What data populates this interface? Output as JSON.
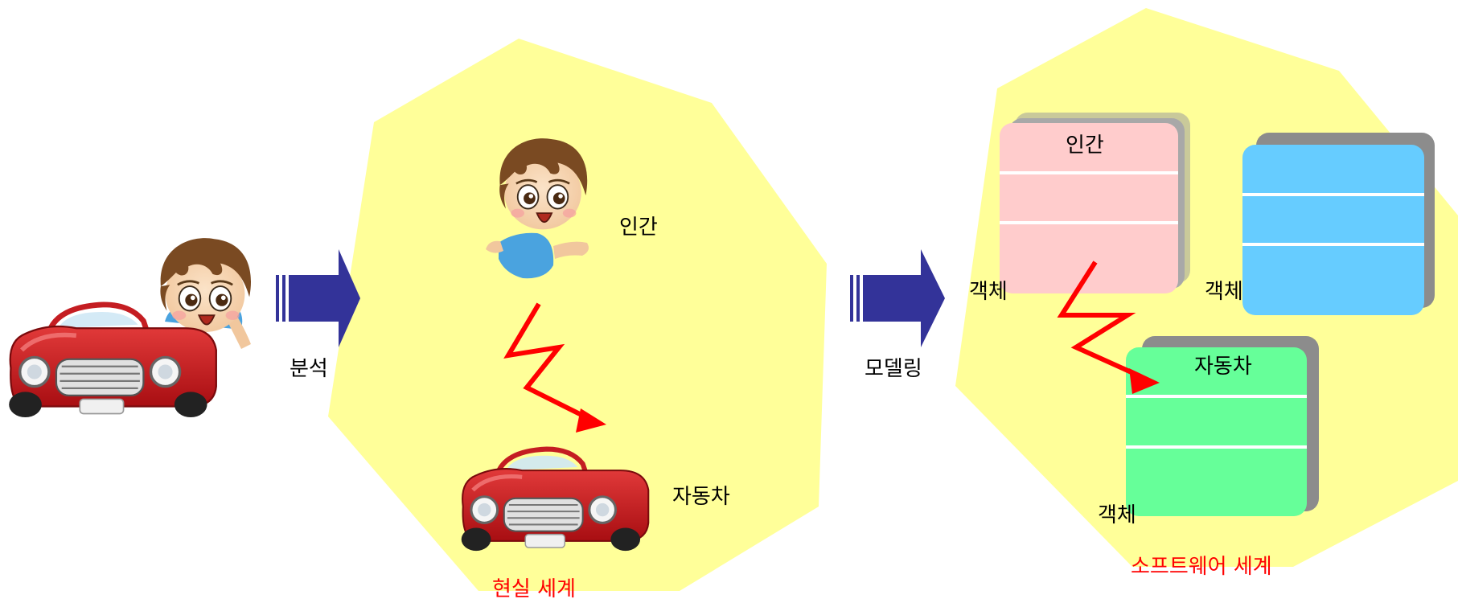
{
  "labels": {
    "analysis": "분석",
    "modeling": "모델링",
    "real_human": "인간",
    "real_car": "자동차",
    "real_world": "현실 세계",
    "obj_human_title": "인간",
    "obj_car_title": "자동차",
    "object_1": "객체",
    "object_2": "객체",
    "object_3": "객체",
    "software_world": "소프트웨어 세계"
  },
  "colors": {
    "region_fill": "#ffff99",
    "arrow_blue": "#333399",
    "bolt_red": "#ff0000",
    "human_box": "#ffcccc",
    "unnamed_box": "#66ccff",
    "car_box": "#66ff99"
  },
  "icons": [
    "boy-in-car-icon",
    "boy-icon",
    "car-icon",
    "lightning-arrow-icon",
    "block-arrow-icon"
  ]
}
